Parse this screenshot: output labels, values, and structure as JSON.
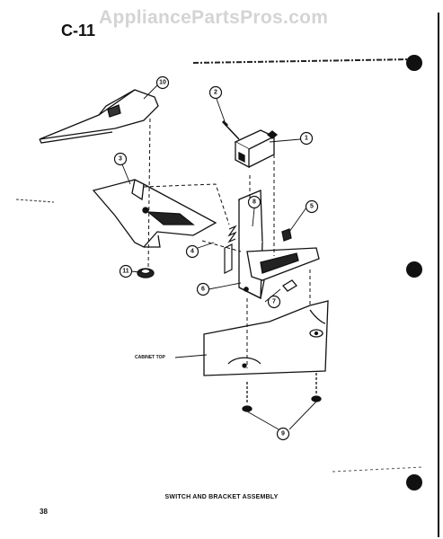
{
  "watermark": "AppliancePartsPros.com",
  "section_code": "C-11",
  "caption": "SWITCH AND BRACKET ASSEMBLY",
  "page_number": "38",
  "cabinet_label": "CABINET TOP",
  "callouts": [
    "10",
    "2",
    "1",
    "3",
    "8",
    "5",
    "4",
    "11",
    "6",
    "7",
    "9"
  ]
}
